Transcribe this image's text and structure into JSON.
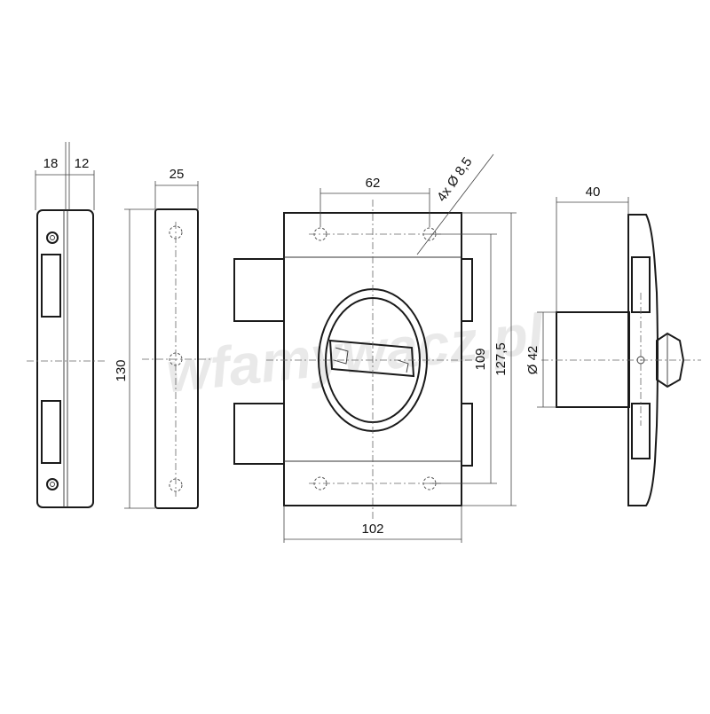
{
  "watermark": "wfamywacz.pl",
  "dimensions": {
    "side_width_a": "18",
    "side_width_b": "12",
    "plate_width": "25",
    "plate_height": "130",
    "hole_spacing": "62",
    "hole_spec": "4x Ø 8,5",
    "body_width": "102",
    "height_inner": "109",
    "height_outer": "127,5",
    "cylinder_diameter": "Ø 42",
    "depth": "40"
  },
  "colors": {
    "line": "#1a1a1a",
    "dimension": "#444444",
    "watermark": "#e9e9e9"
  }
}
